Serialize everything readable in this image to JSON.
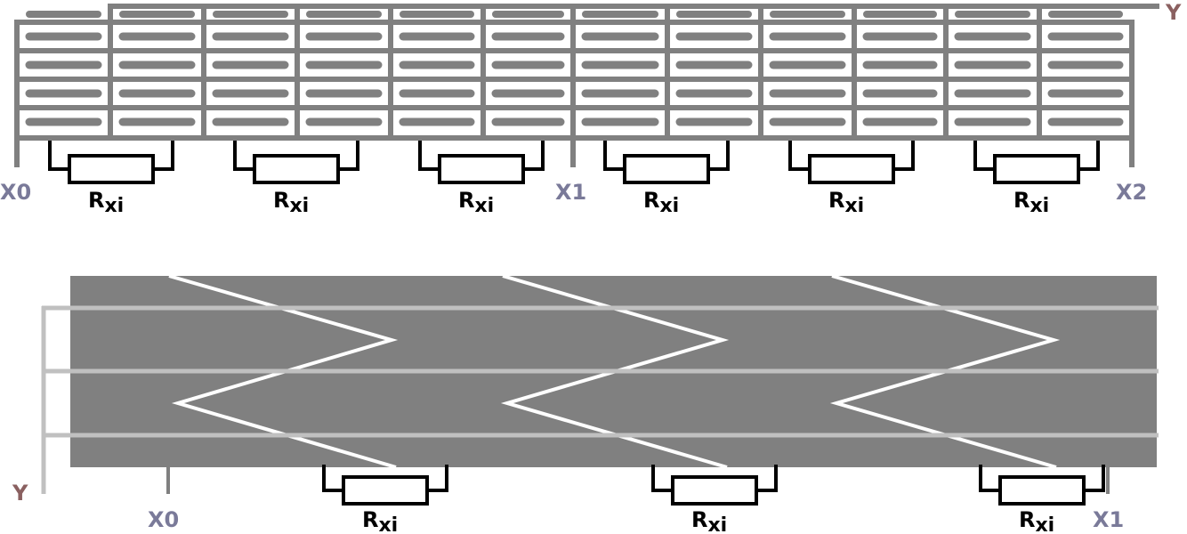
{
  "colors": {
    "trace": "#808080",
    "panel": "#808080",
    "light_wire": "#c0c0c0",
    "zigzag": "#ffffff",
    "resistor": "#000000",
    "label_x": "#7a7a99",
    "label_y": "#8a6060"
  },
  "top_diagram": {
    "labels": {
      "x0": "X0",
      "x1": "X1",
      "x2": "X2",
      "y": "Y"
    },
    "resistor_label": {
      "main": "R",
      "sub": "xi"
    },
    "resistor_count": 6
  },
  "bottom_diagram": {
    "labels": {
      "x0": "X0",
      "x1": "X1",
      "y": "Y"
    },
    "resistor_label": {
      "main": "R",
      "sub": "xi"
    },
    "resistor_count": 3
  }
}
